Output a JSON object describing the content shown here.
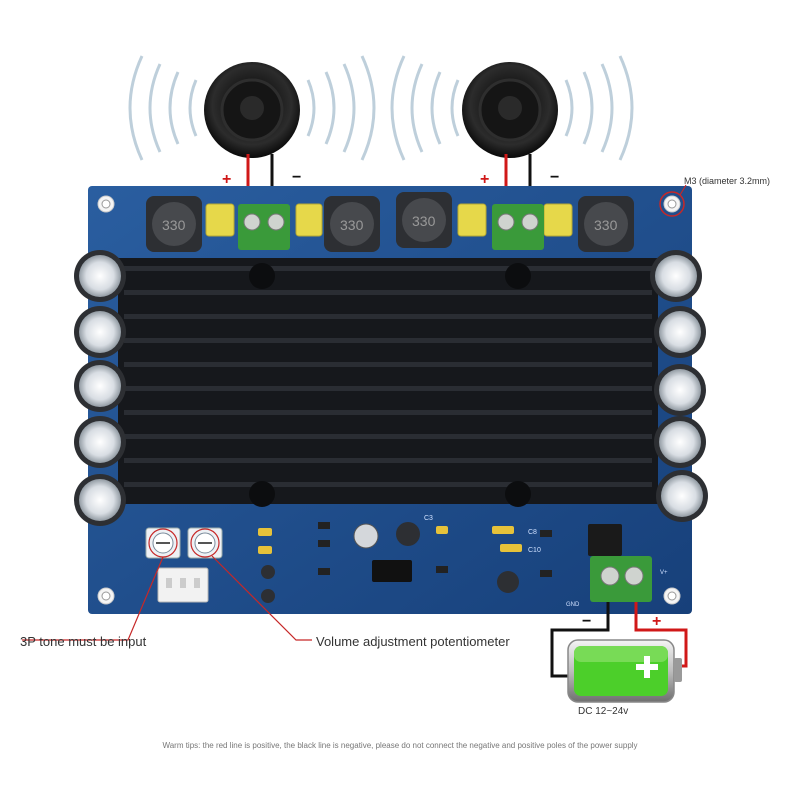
{
  "annotations": {
    "mounting_hole": "M3 (diameter 3.2mm)",
    "tone_input": "3P tone must be input",
    "volume_pot": "Volume adjustment potentiometer",
    "power_input": "DC 12~24v",
    "warm_tip": "Warm tips: the red line is positive, the black line is negative, please do not connect the negative and positive poles of the power supply"
  },
  "polarity": {
    "positive": "+",
    "negative": "−"
  },
  "board_markings": {
    "inductor_value": "330",
    "cap_label_1": "C3",
    "cap_label_2": "C8",
    "cap_label_3": "C10",
    "terminal_label_gnd": "GND",
    "terminal_label_v": "V+"
  },
  "colors": {
    "pcb": "#1c4a86",
    "heatsink": "#16181c",
    "terminal": "#3a9a3a",
    "capacitor_yellow": "#e6d84a",
    "positive_wire": "#d01818",
    "negative_wire": "#111111",
    "battery_green": "#4ccf2a",
    "callout_red": "#c62828"
  },
  "icons": [
    "speaker-left-icon",
    "speaker-right-icon",
    "battery-icon",
    "sound-wave-icon"
  ]
}
